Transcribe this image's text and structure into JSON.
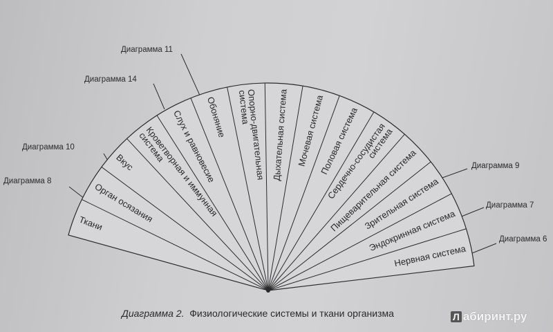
{
  "sectors": [
    {
      "lines": [
        "Ткани"
      ]
    },
    {
      "lines": [
        "Орган осязания"
      ]
    },
    {
      "lines": [
        "Вкус"
      ]
    },
    {
      "lines": [
        "Кроветворная и иммунная",
        "система"
      ]
    },
    {
      "lines": [
        "Слух и равновесие"
      ]
    },
    {
      "lines": [
        "Обоняние"
      ]
    },
    {
      "lines": [
        "Опорно-двигательная",
        "система"
      ]
    },
    {
      "lines": [
        "Дыхательная система"
      ]
    },
    {
      "lines": [
        "Мочевая система"
      ]
    },
    {
      "lines": [
        "Половая система"
      ]
    },
    {
      "lines": [
        "Сердечно-сосудистая",
        "система"
      ]
    },
    {
      "lines": [
        "Пищеварительная система"
      ]
    },
    {
      "lines": [
        "Зрительная система"
      ]
    },
    {
      "lines": [
        "Эндокринная система"
      ]
    },
    {
      "lines": [
        "Нервная система"
      ]
    }
  ],
  "callouts": {
    "d11": "Диаграмма 11",
    "d14": "Диаграмма 14",
    "d10": "Диаграмма 10",
    "d8": "Диаграмма 8",
    "d9": "Диаграмма 9",
    "d7": "Диаграмма 7",
    "d6": "Диаграмма 6"
  },
  "caption": {
    "number": "Диаграмма 2.",
    "title": "Физиологические системы и ткани организма"
  },
  "watermark": {
    "mark": "Л",
    "text": "абиринт.ру"
  },
  "colors": {
    "ink": "#2a2a2a",
    "fill": "#d6d6d8"
  }
}
